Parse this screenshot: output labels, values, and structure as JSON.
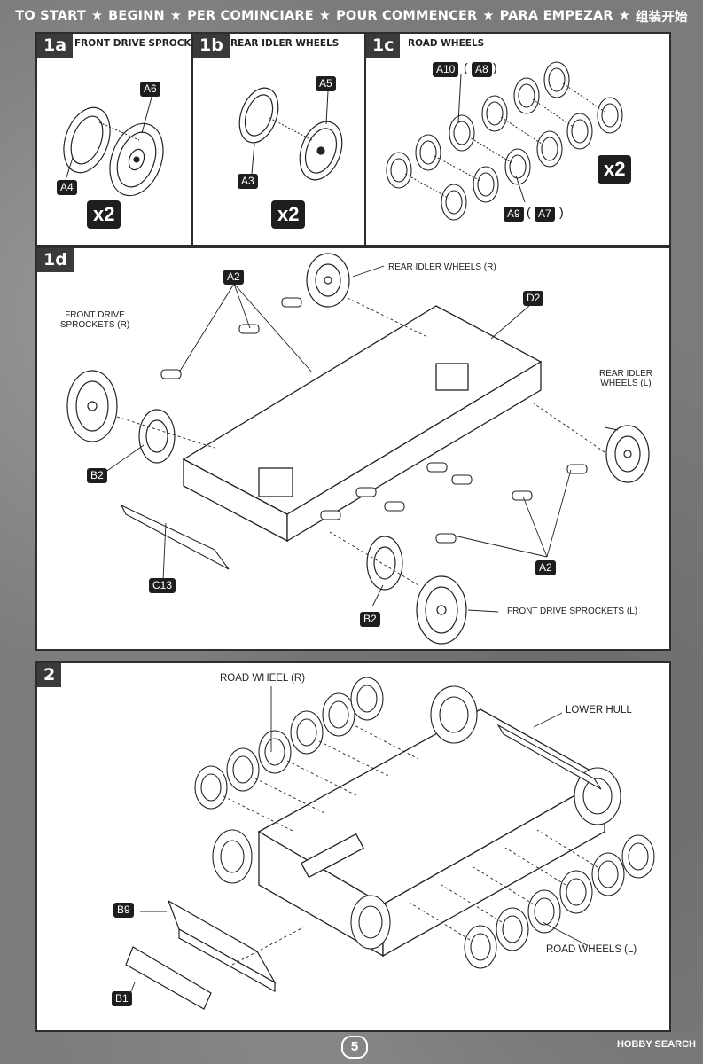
{
  "banner": {
    "items": [
      "TO START",
      "BEGINN",
      "PER COMINCIARE",
      "POUR COMMENCER",
      "PARA EMPEZAR",
      "组装开始"
    ],
    "separator": "★"
  },
  "step1a": {
    "num": "1a",
    "title": "FRONT DRIVE SPROCKETS",
    "parts": [
      "A6",
      "A4"
    ],
    "qty": "x2"
  },
  "step1b": {
    "num": "1b",
    "title": "REAR IDLER WHEELS",
    "parts": [
      "A5",
      "A3"
    ],
    "qty": "x2"
  },
  "step1c": {
    "num": "1c",
    "title": "ROAD WHEELS",
    "part_top": "A10",
    "part_top_alt": "A8",
    "part_bottom": "A9",
    "part_bottom_alt": "A7",
    "qty": "x2"
  },
  "step1d": {
    "num": "1d",
    "parts": {
      "a2_top": "A2",
      "a2_bottom": "A2",
      "d2": "D2",
      "b2_left": "B2",
      "b2_bottom": "B2",
      "c13": "C13"
    },
    "labels": {
      "rear_idler_r": "REAR IDLER WHEELS (R)",
      "front_drive_r": "FRONT DRIVE SPROCKETS (R)",
      "rear_idler_l": "REAR IDLER WHEELS (L)",
      "front_drive_l": "FRONT DRIVE SPROCKETS (L)"
    }
  },
  "step2": {
    "num": "2",
    "labels": {
      "road_wheel_r": "ROAD WHEEL (R)",
      "lower_hull": "LOWER HULL",
      "road_wheels_l": "ROAD WHEELS (L)"
    },
    "parts": {
      "b9": "B9",
      "b1": "B1"
    }
  },
  "page_number": "5",
  "watermark": "HOBBY SEARCH"
}
